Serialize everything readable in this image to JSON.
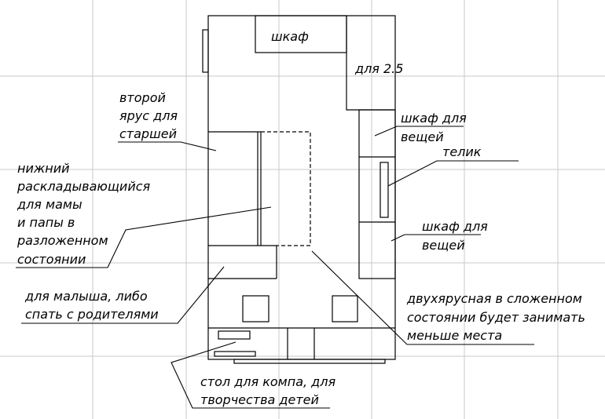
{
  "labels": {
    "wardrobe_top": "шкаф",
    "wardrobe_2_5": "для 2.5",
    "second_tier": [
      "второй",
      "ярус для",
      "старшей"
    ],
    "wardrobe_upper": [
      "шкаф для",
      "вещей"
    ],
    "tv": "телик",
    "lower_fold_out": [
      "нижний",
      "раскладывающийся",
      "для мамы",
      "и папы в",
      "разложенном",
      "состоянии"
    ],
    "wardrobe_lower": [
      "шкаф для",
      "вещей"
    ],
    "baby": [
      "для малыша, либо",
      "спать с родителями"
    ],
    "bunk_folded": [
      "двухярусная в сложенном",
      "состоянии будет занимать",
      "меньше места"
    ],
    "desk": [
      "стол для компа, для",
      "творчества детей"
    ]
  },
  "colors": {
    "background": "#ffffff",
    "grid": "#c8c8c8",
    "lines": "#000000",
    "text": "#000000"
  }
}
